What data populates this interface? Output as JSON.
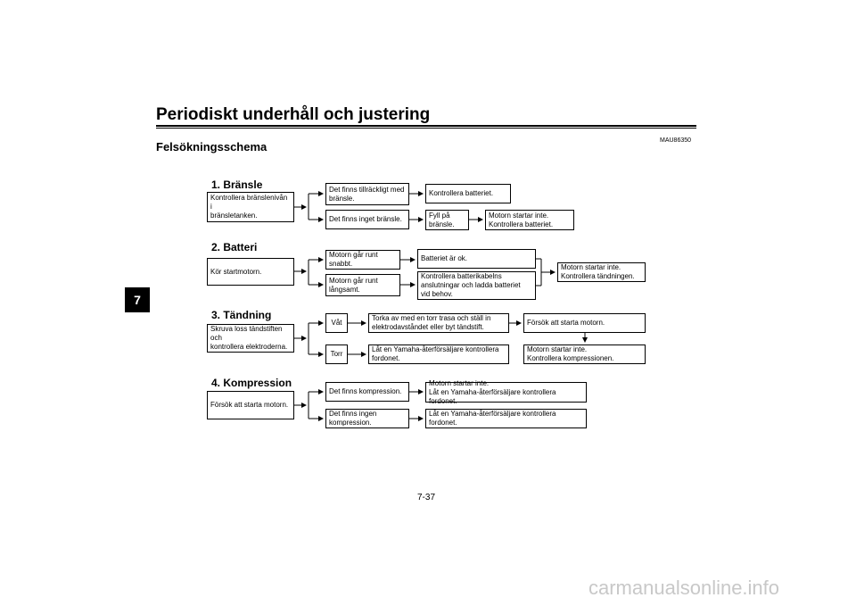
{
  "header": {
    "title": "Periodiskt underhåll och justering",
    "code": "MAU86350",
    "subtitle": "Felsökningsschema",
    "chapter_tab": "7"
  },
  "sections": {
    "s1": {
      "heading": "1. Bränsle",
      "start": "Kontrollera bränslenivån i\nbränsletanken.",
      "opt_a": "Det finns tillräckligt med\nbränsle.",
      "res_a": "Kontrollera batteriet.",
      "opt_b": "Det finns inget bränsle.",
      "res_b": "Fyll på\nbränsle.",
      "res_b2": "Motorn startar inte.\nKontrollera batteriet."
    },
    "s2": {
      "heading": "2. Batteri",
      "start": "Kör startmotorn.",
      "opt_a": "Motorn går runt snabbt.",
      "res_a": "Batteriet är ok.",
      "opt_b": "Motorn går runt\nlångsamt.",
      "res_b": "Kontrollera batterikabelns\nanslutningar och ladda batteriet\nvid behov.",
      "final": "Motorn startar inte.\nKontrollera tändningen."
    },
    "s3": {
      "heading": "3. Tändning",
      "start": "Skruva loss tändstiften och\nkontrollera elektroderna.",
      "opt_a": "Våt",
      "res_a": "Torka av med en torr trasa och ställ in\nelektrodavståndet eller byt tändstift.",
      "res_a2": "Försök att starta motorn.",
      "opt_b": "Torr",
      "res_b": "Låt en Yamaha-återförsäljare kontrollera\nfordonet.",
      "res_b2": "Motorn startar inte.\nKontrollera kompressionen."
    },
    "s4": {
      "heading": "4. Kompression",
      "start": "Försök att starta motorn.",
      "opt_a": "Det finns kompression.",
      "res_a": "Motorn startar inte.\nLåt en Yamaha-återförsäljare kontrollera fordonet.",
      "opt_b": "Det finns ingen\nkompression.",
      "res_b": "Låt en Yamaha-återförsäljare kontrollera fordonet."
    }
  },
  "footer": {
    "page_number": "7-37",
    "watermark": "carmanualsonline.info"
  }
}
